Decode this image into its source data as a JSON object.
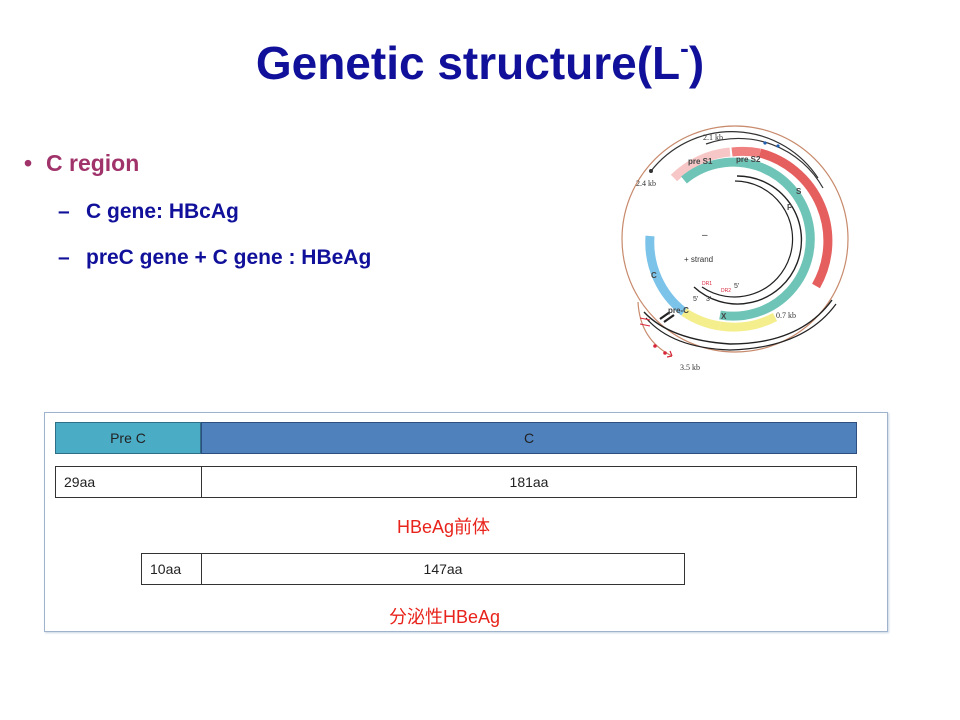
{
  "slide": {
    "title": "Genetic structure(L",
    "title_sup": "-",
    "title_close": ")"
  },
  "bullets": {
    "marker": "•",
    "main": "C region",
    "dash": "–",
    "sub_items": [
      "C gene: HBcAg",
      "preC gene + C gene : HBeAg"
    ]
  },
  "genome_map": {
    "labels": {
      "kb_2_1": "2.1 kb",
      "kb_2_4": "2.4 kb",
      "kb_0_7": "0.7 kb",
      "kb_3_5": "3.5 kb",
      "pre_s1": "pre S1",
      "pre_s2": "pre S2",
      "s": "S",
      "p": "P",
      "c": "C",
      "pre_c": "pre-C",
      "x": "X",
      "plus_strand": "+ strand",
      "minus": "–",
      "dr1": "DR1",
      "dr2": "DR2",
      "five_prime_a": "5'",
      "five_prime_b": "5'",
      "a3": "3'"
    },
    "colors": {
      "outer_rna": "#c88a6c",
      "pre_s1": "#f7c7c7",
      "pre_s2": "#f08080",
      "s_p_arc": "#e65f5f",
      "polymerase": "#6fc4b8",
      "core": "#7cc3ea",
      "x": "#f4ee8c",
      "strand": "#222222",
      "marker_red": "#d9263a",
      "marker_blue": "#1f5fb0"
    }
  },
  "figure": {
    "pre_c_header": "Pre C",
    "c_header": "C",
    "precursor_pre_aa": "29aa",
    "precursor_c_aa": "181aa",
    "precursor_label": "HBeAg前体",
    "secreted_pre_aa": "10aa",
    "secreted_c_aa": "147aa",
    "secreted_label": "分泌性HBeAg",
    "colors": {
      "pre_c_block": "#4bacc6",
      "c_block": "#4f81bd",
      "label_red": "#e8231b"
    }
  }
}
